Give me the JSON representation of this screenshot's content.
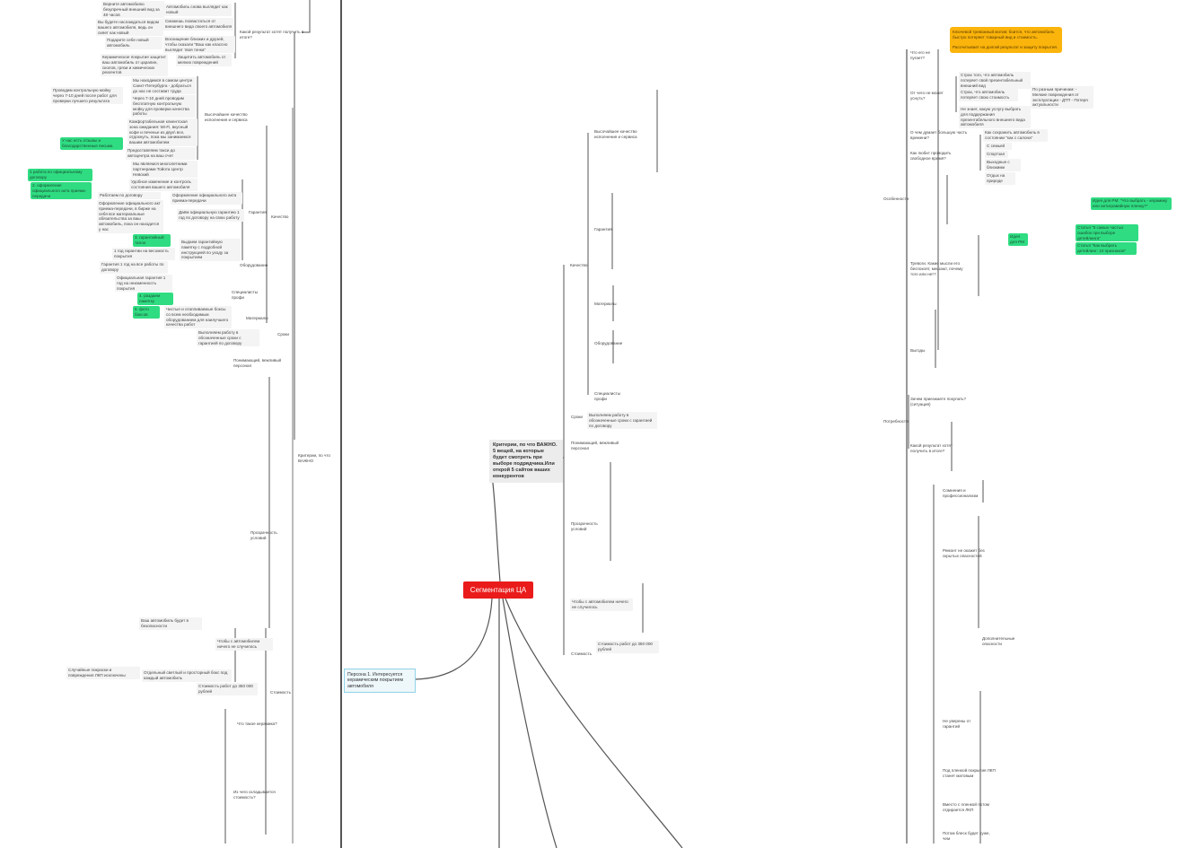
{
  "root": "Сегментация ЦА",
  "persona": "Персона 1. Интересуется керамическим покрытием автомобиля",
  "criteria": "Критерии, по что ВАЖНО. 5 вещей, на которые будет смотреть при выборе подрядчика.Или открой 5 сайтов ваших конкурентов",
  "colors": {
    "root": "#ea1b1b",
    "green": "#2fdc82",
    "orange": "#fbb40b",
    "persona_border": "#8fd3e8"
  },
  "nodes": [
    {
      "t": "Верните автомобилю безупречный внешний вид за 48 часов",
      "k": "plain"
    },
    {
      "t": "Автомобиль снова выглядит как новый",
      "k": "plain"
    },
    {
      "t": "Вы будете наслаждаться видом вашего автомобиля, ведь он сияет как новый",
      "k": "plain"
    },
    {
      "t": "Сможешь похвастаться от внешнего вида своего автомобиля",
      "k": "plain"
    },
    {
      "t": "Подарите себе новый автомобиль",
      "k": "plain"
    },
    {
      "t": "Какой результат хотят получить в итоге?",
      "k": "label"
    },
    {
      "t": "Восхищение близких и друзей, чтобы сказали \"Ваш как классно выглядит твоя тачка\"",
      "k": "plain"
    },
    {
      "t": "Керамическое покрытие защитит ваш автомобиль от царапин, сколов, грязи и химических реагентов",
      "k": "plain"
    },
    {
      "t": "Защитить автомобиль от мелких повреждений",
      "k": "plain"
    },
    {
      "t": "Мы находимся в самом центре Санкт-Петербурга - добраться до нас не составит труда",
      "k": "plain"
    },
    {
      "t": "Проводим контрольную мойку через 7-10 дней после работ для проверки лучшего результата",
      "k": "plain"
    },
    {
      "t": "Через 7-10 дней проводим бесплатную контрольную мойку для проверки качества работы",
      "k": "plain"
    },
    {
      "t": "Комфортабельная клиентская зона ожидания: Wi-Fi, вкусный кофе и печенье из двух\\ все, отдохнуть, пока мы занимаемся вашим автомобилем",
      "k": "plain"
    },
    {
      "t": "Предоставляем такси до автоцентра на ваш счет",
      "k": "plain"
    },
    {
      "t": "У нас есть отзывы и благодарственные письма",
      "k": "green"
    },
    {
      "t": "Мы являемся многолетними партнерами Тойота Центр Невский",
      "k": "plain"
    },
    {
      "t": "Удобное изменение и контроль состояния вашего автомобиля",
      "k": "plain"
    },
    {
      "t": "Высочайшее качество исполнения и сервиса",
      "k": "label"
    },
    {
      "t": "Работаем по договору",
      "k": "plain"
    },
    {
      "t": "1 работа по официальному договору",
      "k": "green"
    },
    {
      "t": "2. оформление официального акта приема-передачи",
      "k": "green"
    },
    {
      "t": "Оформление официального акт приема-передачи, в бирже на себя все материальные обязательства за ваш автомобиль, пока он находится у нас",
      "k": "plain"
    },
    {
      "t": "Оформление официального акта приема-передачи",
      "k": "plain"
    },
    {
      "t": "3. гарантийный талон",
      "k": "green"
    },
    {
      "t": "1 год гарантии на весомость покрытия",
      "k": "plain"
    },
    {
      "t": "Гарантия 1 год на все работы по договору",
      "k": "plain"
    },
    {
      "t": "Официальная гарантия 1 год на неизменность покрытия",
      "k": "plain"
    },
    {
      "t": "Даём официальную гарантию 1 год по договору на свою работу",
      "k": "plain"
    },
    {
      "t": "Гарантия",
      "k": "label"
    },
    {
      "t": "4. раздаем памятку",
      "k": "green"
    },
    {
      "t": "Выдаем гарантийную памятку с подробной инструкцией по уходу за покрытием",
      "k": "plain"
    },
    {
      "t": "5. фото боксов",
      "k": "green"
    },
    {
      "t": "Чистые и отапливаемые боксы со всем необходимым оборудованием для наилучшего качества работ",
      "k": "plain"
    },
    {
      "t": "Оборудование",
      "k": "label"
    },
    {
      "t": "Качество",
      "k": "label"
    },
    {
      "t": "Специалисты профи",
      "k": "label"
    },
    {
      "t": "Материалы",
      "k": "label"
    },
    {
      "t": "Выполняем работу в обозначенные сроки с гарантией по договору",
      "k": "plain"
    },
    {
      "t": "Сроки",
      "k": "label"
    },
    {
      "t": "Понимающий, вежливый персонал",
      "k": "label"
    },
    {
      "t": "Критерии, по что ВАЖНО",
      "k": "label"
    },
    {
      "t": "Прозрачность условий",
      "k": "label"
    },
    {
      "t": "Ваш автомобиль будет в безопасности",
      "k": "plain"
    },
    {
      "t": "Чтобы с автомобилем ничего не случилось",
      "k": "plain"
    },
    {
      "t": "Случайные покраски и повреждения ЛКП исключены",
      "k": "plain"
    },
    {
      "t": "Отдельный светлый и просторный бокс под каждый автомобиль",
      "k": "plain"
    },
    {
      "t": "Стоимость работ до 350 000 рублей",
      "k": "plain"
    },
    {
      "t": "Стоимость",
      "k": "label"
    },
    {
      "t": "Что такое керамика?",
      "k": "label"
    },
    {
      "t": "Из чего складывается стоимость?",
      "k": "label"
    },
    {
      "t": "Высочайшее качество исполнения и сервиса",
      "k": "label"
    },
    {
      "t": "Гарантия",
      "k": "label"
    },
    {
      "t": "Материалы",
      "k": "label"
    },
    {
      "t": "Оборудование",
      "k": "label"
    },
    {
      "t": "Специалисты профи",
      "k": "label"
    },
    {
      "t": "Качество",
      "k": "label"
    },
    {
      "t": "Сроки",
      "k": "label"
    },
    {
      "t": "Выполняем работу в обозначенные сроки с гарантией по договору",
      "k": "plain"
    },
    {
      "t": "Понимающий, вежливый персонал",
      "k": "label"
    },
    {
      "t": "Прозрачность условий",
      "k": "label"
    },
    {
      "t": "Чтобы с автомобилем ничего не случилось",
      "k": "plain"
    },
    {
      "t": "Стоимость",
      "k": "label"
    },
    {
      "t": "Стоимость работ до 350 000 рублей",
      "k": "plain"
    },
    {
      "t": "Ключевой тревожный мотив: боится, что автомобиль быстро потеряет товарный вид и стоимость.\n\nРассчитывает на долгий результат и защиту покрытия.",
      "k": "orange"
    },
    {
      "t": "Что его не пугает?",
      "k": "label"
    },
    {
      "t": "От чего не может уснуть?",
      "k": "label"
    },
    {
      "t": "Страх того, что автомобиль потеряет свой презентабельный внешний вид",
      "k": "plain"
    },
    {
      "t": "Страх, что автомобиль потеряет свою стоимость",
      "k": "plain"
    },
    {
      "t": "По разным причинам: - Мелкие повреждения от эксплуатации - ДТП - Потеря актуальности",
      "k": "plain"
    },
    {
      "t": "Не знает, какую услугу выбрать для поддержания презентабельного внешнего вида автомобиля",
      "k": "plain"
    },
    {
      "t": "О чем думает большую часть времени?",
      "k": "label"
    },
    {
      "t": "Как сохранить автомобиль в состоянии \"как с салона\"",
      "k": "plain"
    },
    {
      "t": "Как любит проводить свободное время?",
      "k": "label"
    },
    {
      "t": "С семьей",
      "k": "plain"
    },
    {
      "t": "Спортзал",
      "k": "plain"
    },
    {
      "t": "Выходные с близкими",
      "k": "plain"
    },
    {
      "t": "Отдых на природе",
      "k": "plain"
    },
    {
      "t": "Особенности",
      "k": "label"
    },
    {
      "t": "Идея для РМ: \"Что выбрать - керамику или антигравийную пленку?\"",
      "k": "green"
    },
    {
      "t": "Идея для РМ",
      "k": "green"
    },
    {
      "t": "Статья \"5 самых частых ошибок при выборе детейлинга\"",
      "k": "green"
    },
    {
      "t": "Статья \"Как выбрать детейлинг: 10 признаков\"",
      "k": "green"
    },
    {
      "t": "Тревоги. Какие мысли его беспокоят, мешают, почему того или нет?",
      "k": "label"
    },
    {
      "t": "Выгоды",
      "k": "label"
    },
    {
      "t": "Потребности",
      "k": "label"
    },
    {
      "t": "Зачем приезжаете покупать? (ситуация)",
      "k": "label"
    },
    {
      "t": "Какой результат хотят получить в итоге?",
      "k": "label"
    },
    {
      "t": "Сомнения и профессионализм",
      "k": "label"
    },
    {
      "t": "Ремонт не окажет без скрытых опасностей",
      "k": "label"
    },
    {
      "t": "Дополнительные опасности",
      "k": "label"
    },
    {
      "t": "Не уверены от гарантий",
      "k": "label"
    },
    {
      "t": "Под пленкой покрытия ЛКП станет матовым",
      "k": "label"
    },
    {
      "t": "Вместо с пленкой потом отдирается ЛКП",
      "k": "label"
    },
    {
      "t": "Потом блеск будет хуже, чем",
      "k": "label"
    }
  ]
}
